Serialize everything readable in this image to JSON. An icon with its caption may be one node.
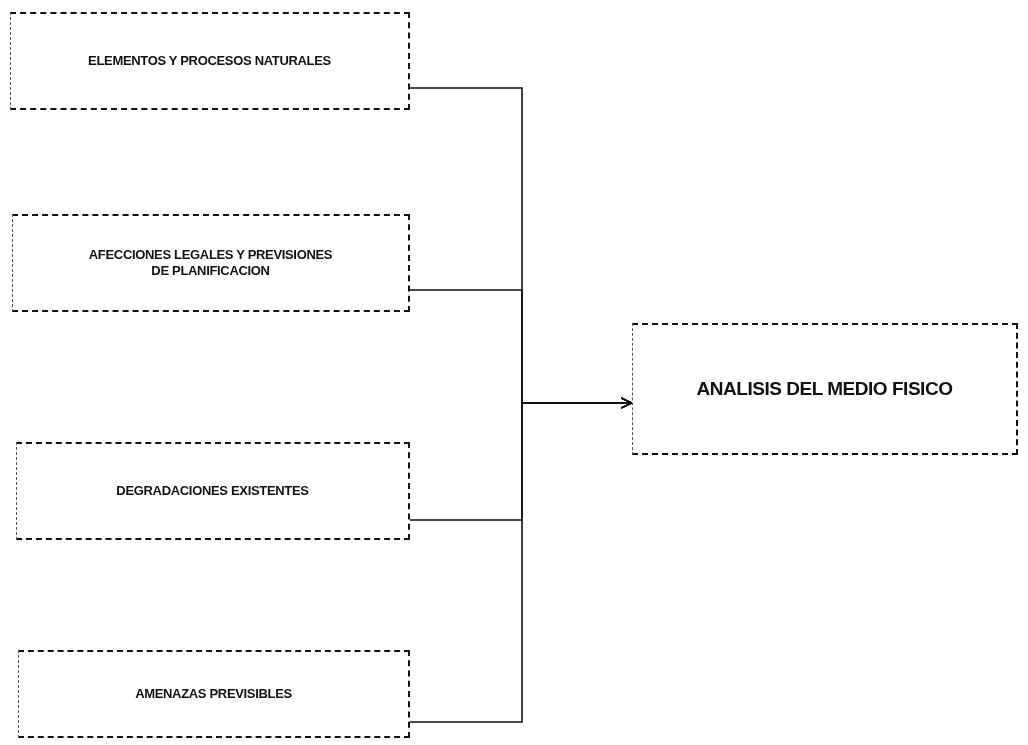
{
  "diagram": {
    "nodes": [
      {
        "text": [
          "ELEMENTOS Y PROCESOS NATURALES"
        ]
      },
      {
        "text": [
          "AFECCIONES LEGALES Y PREVISIONES DE PLANIFICACION"
        ]
      },
      {
        "text": [
          "DEGRADACIONES EXISTENTES"
        ]
      },
      {
        "text": [
          "AMENAZAS PREVISIBLES"
        ]
      },
      {
        "text": [
          "ANALISIS DEL MEDIO FISICO"
        ]
      }
    ],
    "edges": [
      {
        "from": 0,
        "to": 4,
        "arrow": "to"
      },
      {
        "from": 1,
        "to": 4,
        "arrow": "to"
      },
      {
        "from": 2,
        "to": 4,
        "arrow": "to"
      },
      {
        "from": 3,
        "to": 4,
        "arrow": "to"
      }
    ]
  }
}
